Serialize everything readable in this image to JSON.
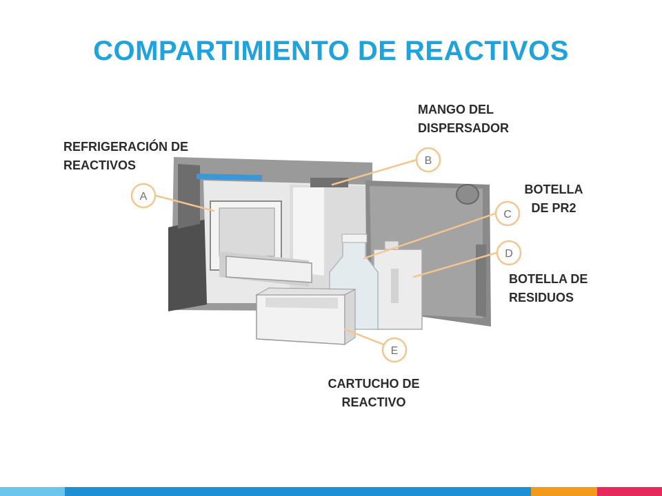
{
  "title": "COMPARTIMIENTO DE REACTIVOS",
  "colors": {
    "title": "#1fa3dc",
    "callout_line": "#f5c58f",
    "bar_light_blue": "#6cc5ee",
    "bar_blue": "#1e8fd0",
    "bar_orange": "#f29a1d",
    "bar_pink": "#e52a5c"
  },
  "labels": {
    "a": {
      "letter": "A",
      "line1": "REFRIGERACIÓN DE",
      "line2": "REACTIVOS"
    },
    "b": {
      "letter": "B",
      "line1": "MANGO DEL",
      "line2": "DISPERSADOR"
    },
    "c": {
      "letter": "C",
      "line1": "BOTELLA",
      "line2": "DE PR2"
    },
    "d": {
      "letter": "D",
      "line1": "BOTELLA DE",
      "line2": "RESIDUOS"
    },
    "e": {
      "letter": "E",
      "line1": "CARTUCHO DE",
      "line2": "REACTIVO"
    }
  }
}
